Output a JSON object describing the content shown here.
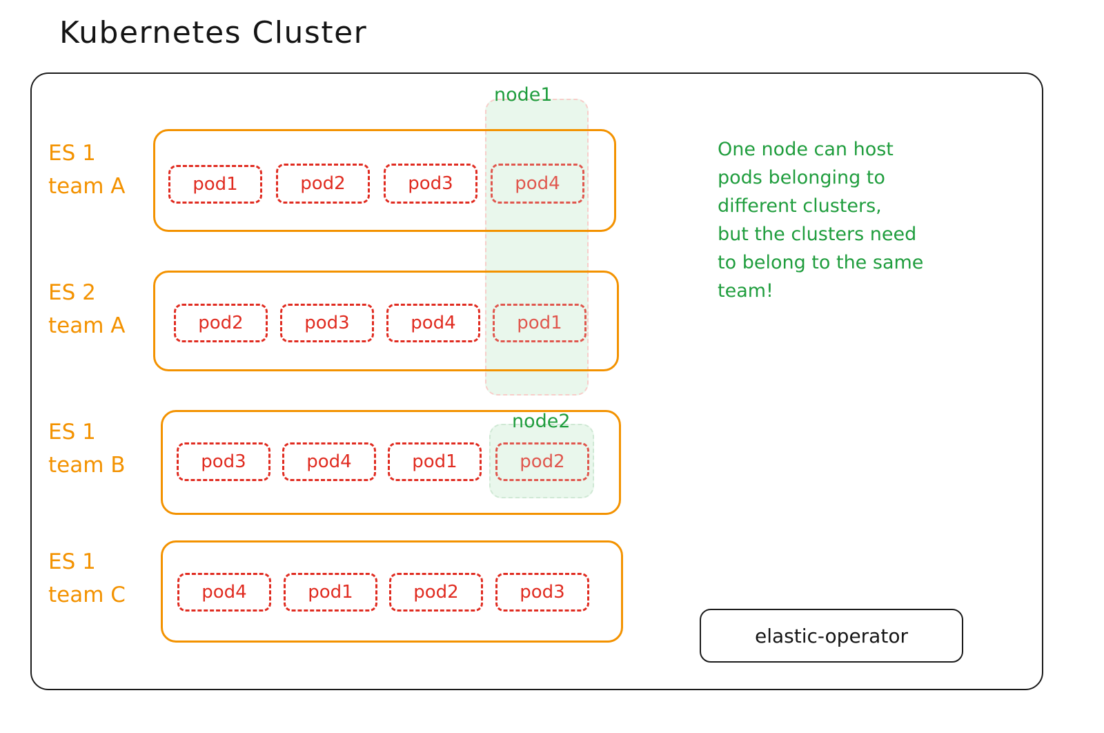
{
  "title": "Kubernetes Cluster",
  "colors": {
    "cluster_border": "#1a1a1a",
    "es_orange": "#f39200",
    "pod_red": "#e02b20",
    "node_green_text": "#1f9d3d",
    "node_green_fill": "#e9f7ec",
    "node1_border": "#f7cdc9",
    "node2_border": "#cfe8d4"
  },
  "nodes": [
    {
      "label": "node1"
    },
    {
      "label": "node2"
    }
  ],
  "clusters": [
    {
      "name": "ES 1",
      "team": "team A",
      "pods": [
        {
          "label": "pod1",
          "on_node": false
        },
        {
          "label": "pod2",
          "on_node": false
        },
        {
          "label": "pod3",
          "on_node": false
        },
        {
          "label": "pod4",
          "on_node": true
        }
      ]
    },
    {
      "name": "ES 2",
      "team": "team A",
      "pods": [
        {
          "label": "pod2",
          "on_node": false
        },
        {
          "label": "pod3",
          "on_node": false
        },
        {
          "label": "pod4",
          "on_node": false
        },
        {
          "label": "pod1",
          "on_node": true
        }
      ]
    },
    {
      "name": "ES 1",
      "team": "team B",
      "pods": [
        {
          "label": "pod3",
          "on_node": false
        },
        {
          "label": "pod4",
          "on_node": false
        },
        {
          "label": "pod1",
          "on_node": false
        },
        {
          "label": "pod2",
          "on_node": true
        }
      ]
    },
    {
      "name": "ES 1",
      "team": "team C",
      "pods": [
        {
          "label": "pod4",
          "on_node": false
        },
        {
          "label": "pod1",
          "on_node": false
        },
        {
          "label": "pod2",
          "on_node": false
        },
        {
          "label": "pod3",
          "on_node": false
        }
      ]
    }
  ],
  "note": {
    "lines": [
      "One node can host",
      "pods belonging to",
      "different clusters,",
      "but the clusters need",
      "to belong to the same",
      "team!"
    ]
  },
  "operator": {
    "label": "elastic-operator"
  }
}
